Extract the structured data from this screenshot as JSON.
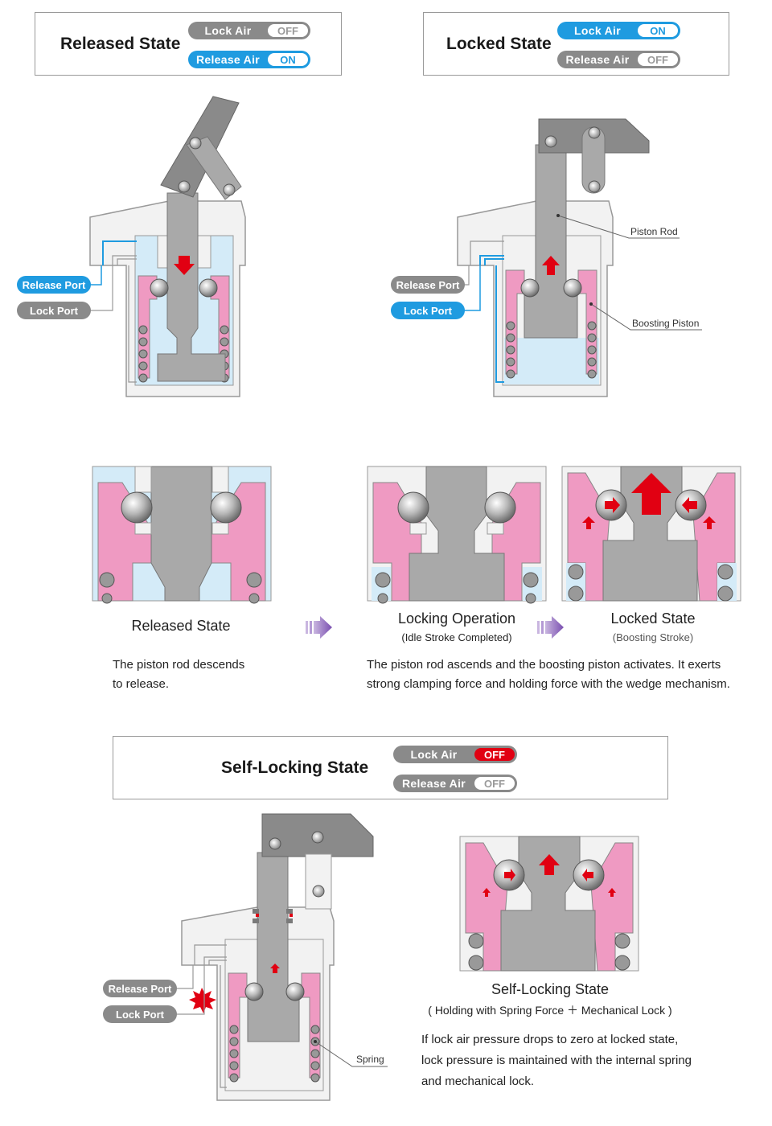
{
  "released_box": {
    "title": "Released State",
    "lock_air": {
      "label": "Lock Air",
      "value": "OFF"
    },
    "release_air": {
      "label": "Release Air",
      "value": "ON"
    }
  },
  "locked_box": {
    "title": "Locked State",
    "lock_air": {
      "label": "Lock Air",
      "value": "ON"
    },
    "release_air": {
      "label": "Release Air",
      "value": "OFF"
    }
  },
  "selflock_box": {
    "title": "Self-Locking State",
    "lock_air": {
      "label": "Lock Air",
      "value": "OFF"
    },
    "release_air": {
      "label": "Release Air",
      "value": "OFF"
    }
  },
  "ports": {
    "release": "Release Port",
    "lock": "Lock Port"
  },
  "annotations": {
    "piston_rod": "Piston Rod",
    "boosting_piston": "Boosting Piston",
    "spring": "Spring"
  },
  "stages": {
    "released": {
      "caption": "Released State",
      "desc_line1": "The piston rod descends",
      "desc_line2": "to release."
    },
    "locking": {
      "caption": "Locking Operation",
      "sub": "(Idle Stroke Completed)"
    },
    "locked": {
      "caption": "Locked State",
      "sub": "(Boosting Stroke)"
    },
    "locking_desc_line1": "The piston rod ascends and the boosting piston activates. It exerts",
    "locking_desc_line2": "strong clamping force and holding force with the wedge mechanism."
  },
  "selflock": {
    "caption": "Self-Locking State",
    "sub": "( Holding with Spring Force ＋ Mechanical Lock )",
    "desc_line1": "If lock air pressure drops to zero at locked state,",
    "desc_line2": "lock pressure is maintained with the internal spring",
    "desc_line3": "and mechanical lock."
  },
  "colors": {
    "air_blue": "#1f9be0",
    "light_blue": "#d4ebf8",
    "pink": "#ef9ac2",
    "steel": "#a9a9a9",
    "red": "#e10012",
    "purple": "#8a63b8"
  }
}
